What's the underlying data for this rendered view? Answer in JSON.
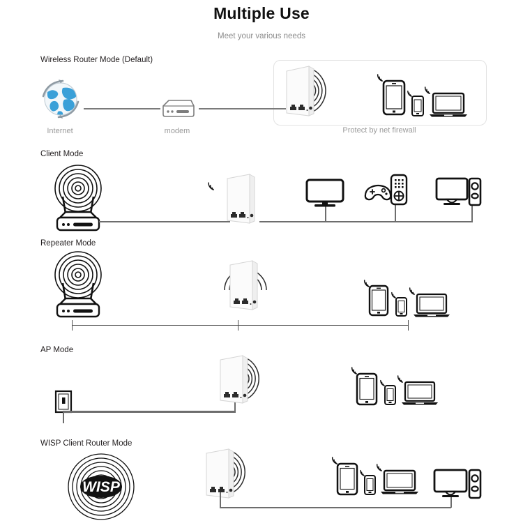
{
  "header": {
    "title": "Multiple Use",
    "subtitle": "Meet your various needs"
  },
  "colors": {
    "text": "#231f20",
    "muted": "#9a9a9a",
    "line": "#6d6d6d",
    "device_stroke": "#111111",
    "router_body": "#ffffff",
    "router_edge": "#d9d9d9",
    "globe_blue": "#3aa0d8",
    "box_border": "#e2e2e2"
  },
  "sections": [
    {
      "id": "wireless-router-mode",
      "label": "Wireless Router Mode (Default)",
      "nodes": [
        {
          "name": "internet-globe",
          "label": "Internet"
        },
        {
          "name": "modem",
          "label": "modem"
        },
        {
          "name": "router",
          "label": ""
        },
        {
          "name": "tablet",
          "label": ""
        },
        {
          "name": "phone",
          "label": ""
        },
        {
          "name": "laptop",
          "label": ""
        }
      ],
      "caption": "Protect by net firewall"
    },
    {
      "id": "client-mode",
      "label": "Client Mode",
      "nodes": [
        {
          "name": "wireless-ap-tower",
          "label": ""
        },
        {
          "name": "router",
          "label": ""
        },
        {
          "name": "tv-monitor",
          "label": ""
        },
        {
          "name": "game-controller",
          "label": ""
        },
        {
          "name": "game-remote",
          "label": ""
        },
        {
          "name": "desktop-computer",
          "label": ""
        }
      ],
      "caption": ""
    },
    {
      "id": "repeater-mode",
      "label": "Repeater Mode",
      "nodes": [
        {
          "name": "wireless-ap-tower",
          "label": ""
        },
        {
          "name": "router",
          "label": ""
        },
        {
          "name": "tablet",
          "label": ""
        },
        {
          "name": "phone",
          "label": ""
        },
        {
          "name": "laptop",
          "label": ""
        }
      ],
      "caption": ""
    },
    {
      "id": "ap-mode",
      "label": "AP Mode",
      "nodes": [
        {
          "name": "wall-ethernet-jack",
          "label": ""
        },
        {
          "name": "router",
          "label": ""
        },
        {
          "name": "tablet",
          "label": ""
        },
        {
          "name": "phone",
          "label": ""
        },
        {
          "name": "laptop",
          "label": ""
        }
      ],
      "caption": ""
    },
    {
      "id": "wisp-client-router-mode",
      "label": "WISP Client Router Mode",
      "nodes": [
        {
          "name": "wisp-badge",
          "label": "WISP"
        },
        {
          "name": "router",
          "label": ""
        },
        {
          "name": "tablet",
          "label": ""
        },
        {
          "name": "phone",
          "label": ""
        },
        {
          "name": "laptop",
          "label": ""
        },
        {
          "name": "desktop-computer",
          "label": ""
        }
      ],
      "caption": ""
    }
  ],
  "wisp_badge_text": "WISP"
}
